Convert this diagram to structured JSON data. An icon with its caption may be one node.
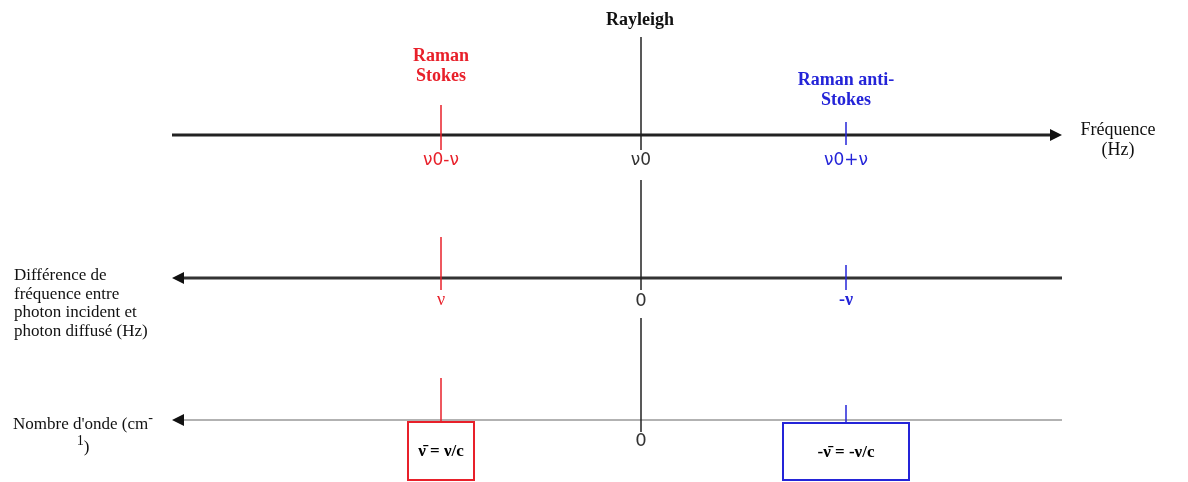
{
  "diagram": {
    "nodes": [
      {
        "text": [
          "ν̄ = ν/c"
        ]
      },
      {
        "text": [
          "-ν̄ = -ν/c"
        ]
      }
    ],
    "labels": [
      "Rayleigh",
      "Raman Stokes",
      "Raman anti-Stokes",
      "Fréquence (Hz)",
      "ν0-ν",
      "ν0",
      "ν0+ν",
      "Différence de fréquence entre photon incident et photon diffusé (Hz)",
      "ν",
      "0",
      "-ν",
      "Nombre d'onde (cm$^{-1}$)",
      "0"
    ]
  }
}
